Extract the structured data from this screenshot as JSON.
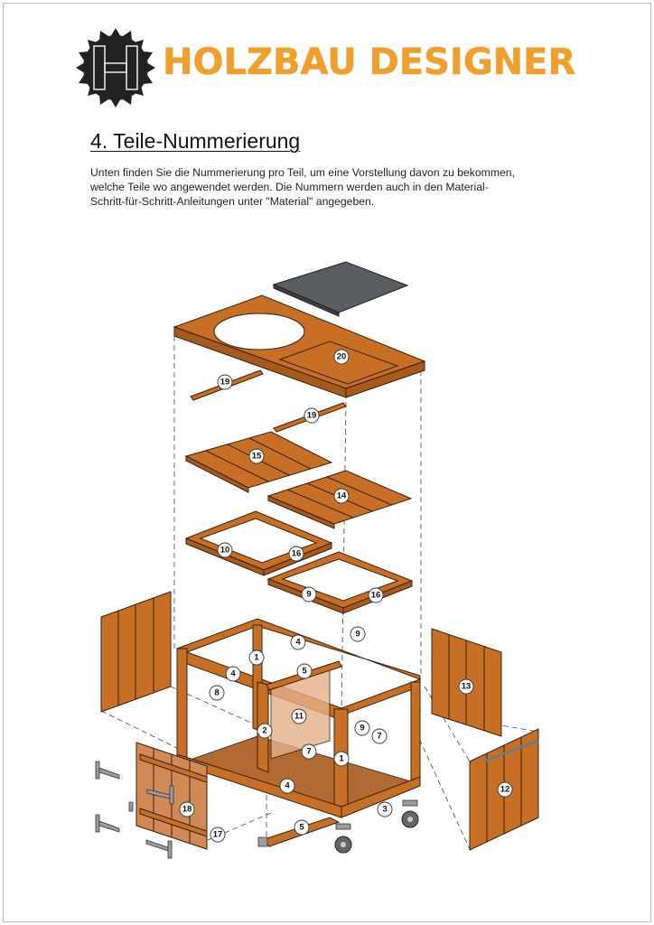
{
  "brand": {
    "name": "HOLZBAU DESIGNER"
  },
  "section": {
    "title": "4.  Teile-Nummerierung",
    "intro": "Unten finden Sie die Nummerierung pro Teil, um eine Vorstellung davon zu bekommen, welche Teile wo angewendet werden. Die Nummern werden auch in den Material-Schritt-für-Schritt-Anleitungen unter \"Material\" angegeben."
  },
  "diagram": {
    "labels": [
      "19",
      "19",
      "20",
      "15",
      "14",
      "10",
      "16",
      "9",
      "16",
      "9",
      "4",
      "1",
      "4",
      "5",
      "8",
      "13",
      "11",
      "2",
      "9",
      "7",
      "7",
      "1",
      "4",
      "18",
      "3",
      "12",
      "5",
      "17"
    ]
  },
  "colors": {
    "wood": "#c86f26",
    "brand": "#f0a02a",
    "stone": "#5a5d62"
  }
}
